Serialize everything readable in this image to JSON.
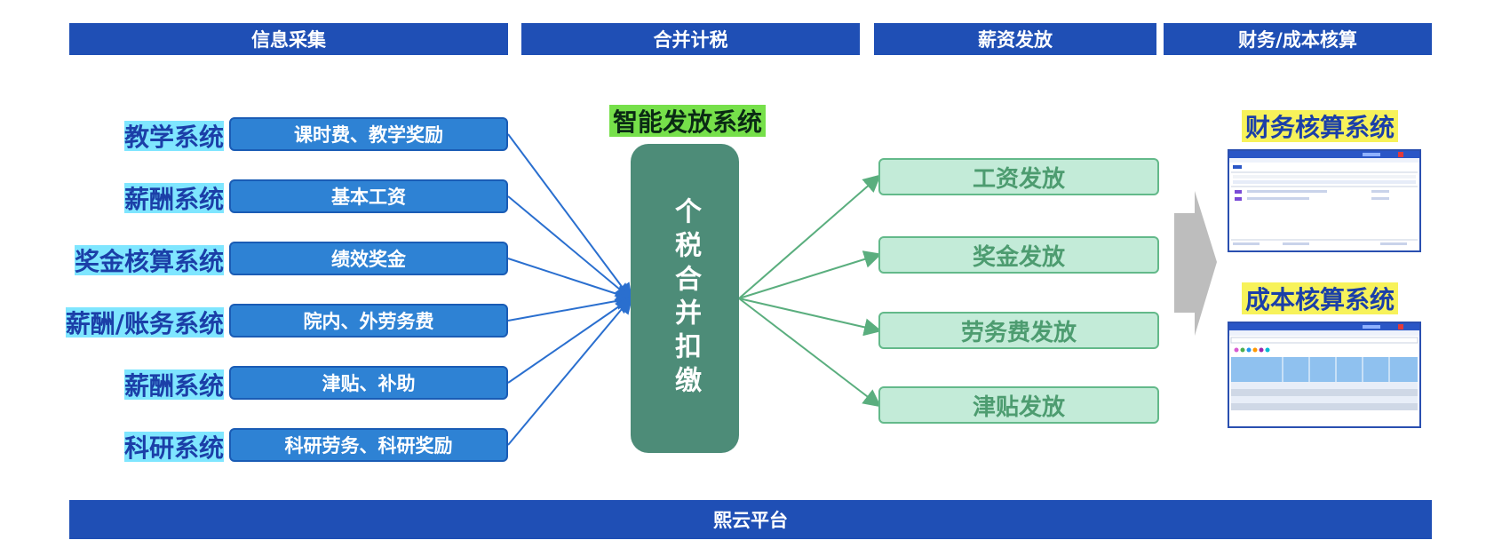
{
  "headers": {
    "collect": "信息采集",
    "tax": "合并计税",
    "pay": "薪资发放",
    "finance": "财务/成本核算"
  },
  "sources": [
    {
      "system": "教学系统",
      "item": "课时费、教学奖励"
    },
    {
      "system": "薪酬系统",
      "item": "基本工资"
    },
    {
      "system": "奖金核算系统",
      "item": "绩效奖金"
    },
    {
      "system": "薪酬/账务系统",
      "item": "院内、外劳务费"
    },
    {
      "system": "薪酬系统",
      "item": "津贴、补助"
    },
    {
      "system": "科研系统",
      "item": "科研劳务、科研奖励"
    }
  ],
  "center": {
    "title": "智能发放系统",
    "label": "个税合并扣缴"
  },
  "payouts": [
    "工资发放",
    "奖金发放",
    "劳务费发放",
    "津贴发放"
  ],
  "finance": {
    "accounting_title": "财务核算系统",
    "cost_title": "成本核算系统"
  },
  "footer": "熙云平台",
  "colors": {
    "header_bg": "#1f4fb5",
    "source_box": "#2e82d4",
    "system_highlight": "#7fe6ff",
    "center_box": "#4d8c78",
    "center_title_highlight": "#76e04a",
    "payout_box": "#c3ebd8",
    "finance_highlight": "#f7f25a",
    "arrow_blue": "#2a6fcf",
    "arrow_green": "#5aae7e"
  }
}
